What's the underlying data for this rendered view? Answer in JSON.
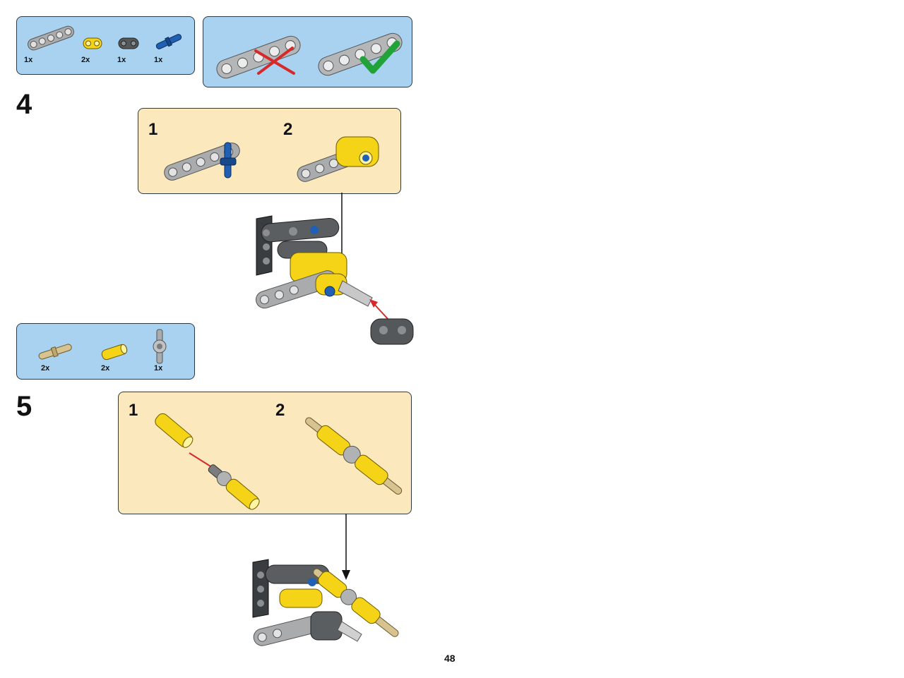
{
  "page_number": "48",
  "colors": {
    "parts_bg": "#a9d2f1",
    "substep_bg": "#fbe8bd",
    "light_gray": "#a9abad",
    "dark_gray": "#54585a",
    "yellow": "#f5d316",
    "blue": "#1f5fb4",
    "tan": "#d6c390",
    "arrow_red": "#d62a2a",
    "check_green": "#21a339"
  },
  "steps": [
    {
      "number": "4",
      "parts": [
        {
          "icon": "gray-beam-5-icon",
          "qty": "1x"
        },
        {
          "icon": "yellow-beam-2-icon",
          "qty": "2x"
        },
        {
          "icon": "dark-gray-beam-2-icon",
          "qty": "1x"
        },
        {
          "icon": "blue-pin-icon",
          "qty": "1x"
        }
      ],
      "callout": {
        "wrong_icon": "wrong-x-icon",
        "right_icon": "correct-check-icon"
      },
      "substeps": [
        {
          "label": "1"
        },
        {
          "label": "2"
        }
      ]
    },
    {
      "number": "5",
      "parts": [
        {
          "icon": "tan-axle-pin-icon",
          "qty": "2x"
        },
        {
          "icon": "yellow-connector-icon",
          "qty": "2x"
        },
        {
          "icon": "gray-cross-connector-icon",
          "qty": "1x"
        }
      ],
      "substeps": [
        {
          "label": "1"
        },
        {
          "label": "2"
        }
      ]
    }
  ]
}
